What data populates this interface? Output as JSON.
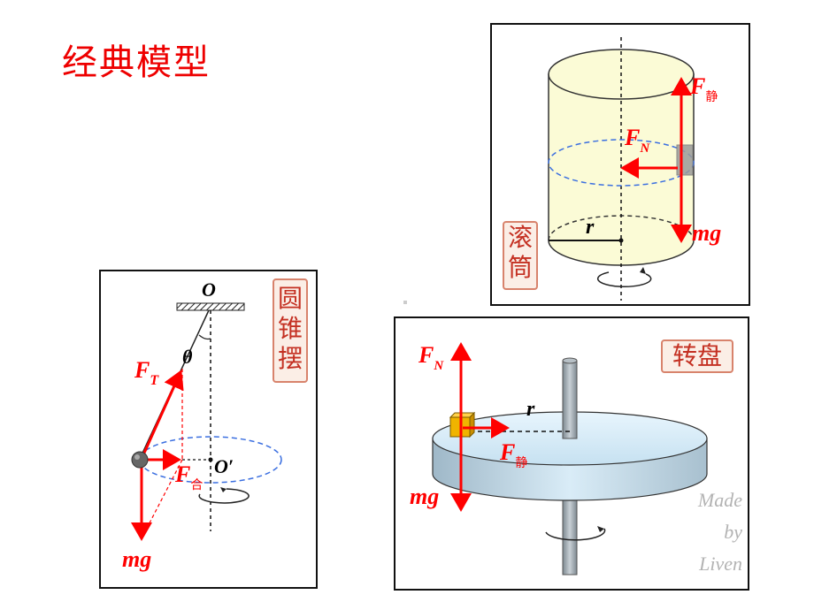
{
  "title": "经典模型",
  "colors": {
    "force": "#ff0000",
    "dashed_circle": "#3b6fe0",
    "seal_text": "#c43022",
    "seal_bg": "#fbeee6"
  },
  "pendulum": {
    "seal": "圆锥摆",
    "pivot_label": "O",
    "center_label": "O′",
    "angle_label": "θ",
    "tension_main": "F",
    "tension_sub": "T",
    "net_main": "F",
    "net_sub": "合",
    "weight": "mg"
  },
  "drum": {
    "seal": "滚筒",
    "friction_main": "F",
    "friction_sub": "静",
    "normal_main": "F",
    "normal_sub": "N",
    "radius": "r",
    "weight": "mg"
  },
  "turntable": {
    "seal": "转盘",
    "normal_main": "F",
    "normal_sub": "N",
    "radius": "r",
    "friction_main": "F",
    "friction_sub": "静",
    "weight": "mg",
    "watermark": [
      "Made",
      "by",
      "Liven"
    ]
  }
}
